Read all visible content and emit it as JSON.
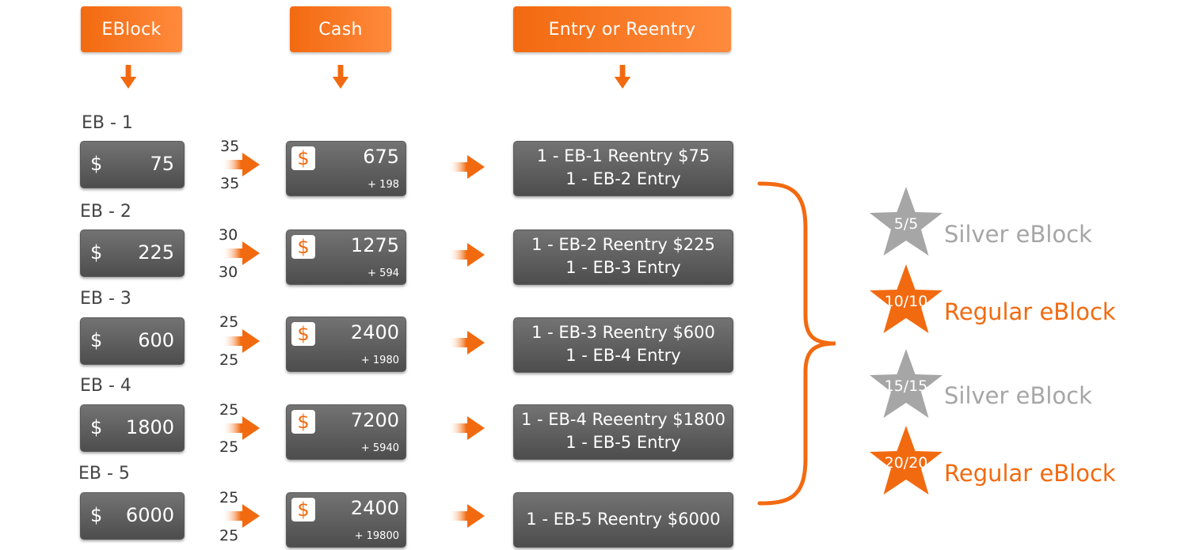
{
  "headers": {
    "eblock": "EBlock",
    "cash": "Cash",
    "entry": "Entry or Reentry"
  },
  "rows": [
    {
      "label": "EB - 1",
      "dollar": "$",
      "amount": "75",
      "ratio_top": "35",
      "ratio_bottom": "35",
      "cash_icon": "$",
      "cash": "675",
      "cash_delta": "+ 198",
      "entry_lines": [
        "1 - EB-1  Reentry $75",
        "1 - EB-2 Entry"
      ]
    },
    {
      "label": "EB - 2",
      "dollar": "$",
      "amount": "225",
      "ratio_top": "30",
      "ratio_bottom": "30",
      "cash_icon": "$",
      "cash": "1275",
      "cash_delta": "+ 594",
      "entry_lines": [
        "1 - EB-2 Reentry $225",
        "1 - EB-3  Entry"
      ]
    },
    {
      "label": "EB - 3",
      "dollar": "$",
      "amount": "600",
      "ratio_top": "25",
      "ratio_bottom": "25",
      "cash_icon": "$",
      "cash": "2400",
      "cash_delta": "+ 1980",
      "entry_lines": [
        "1 - EB-3 Reentry $600",
        "1 - EB-4 Entry"
      ]
    },
    {
      "label": "EB - 4",
      "dollar": "$",
      "amount": "1800",
      "ratio_top": "25",
      "ratio_bottom": "25",
      "cash_icon": "$",
      "cash": "7200",
      "cash_delta": "+ 5940",
      "entry_lines": [
        "1 - EB-4 Reeentry $1800",
        "1 - EB-5 Entry"
      ]
    },
    {
      "label": "EB - 5",
      "dollar": "$",
      "amount": "6000",
      "ratio_top": "25",
      "ratio_bottom": "25",
      "cash_icon": "$",
      "cash": "2400",
      "cash_delta": "+ 19800",
      "entry_lines": [
        "1 - EB-5 Reentry $6000"
      ]
    }
  ],
  "tiers": [
    {
      "badge": "5/5",
      "label": "Silver eBlock",
      "color": "#a6a6a6"
    },
    {
      "badge": "10/10",
      "label": "Regular eBlock",
      "color": "#f26a10"
    },
    {
      "badge": "15/15",
      "label": "Silver eBlock",
      "color": "#a6a6a6"
    },
    {
      "badge": "20/20",
      "label": "Regular eBlock",
      "color": "#f26a10"
    }
  ],
  "colors": {
    "accent": "#f26a10",
    "box": "#5a5a5a",
    "silver": "#a6a6a6"
  },
  "icons": {
    "arrow": "arrow-icon",
    "star": "star-icon",
    "brace": "curly-brace-icon"
  }
}
